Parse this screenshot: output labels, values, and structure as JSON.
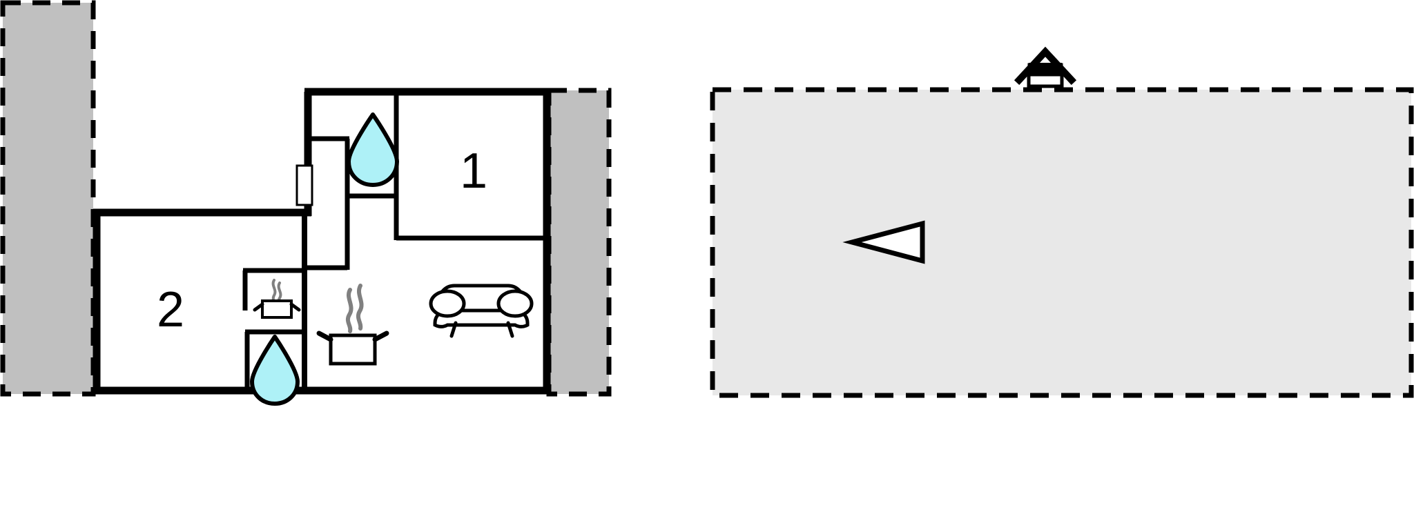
{
  "diagram": {
    "type": "floor-plan",
    "title": "Apartment floor plan with site plan",
    "colors": {
      "wall": "#000000",
      "partition": "#000000",
      "water_drop_fill": "#AEF1F7",
      "water_drop_stroke": "#000000",
      "neighbour_fill": "#C0C0C0",
      "site_fill": "#E8E8E8",
      "steam": "#808080",
      "background": "#FFFFFF"
    }
  },
  "floorplan": {
    "name": "floor-plan-panel",
    "rooms": [
      {
        "id": "room-1",
        "label": "1",
        "name": "room-label-1"
      },
      {
        "id": "room-2",
        "label": "2",
        "name": "room-label-2"
      }
    ],
    "fixtures": [
      {
        "id": "bathroom-upper",
        "icon": "water-drop-icon",
        "label": ""
      },
      {
        "id": "bathroom-lower",
        "icon": "water-drop-icon",
        "label": ""
      },
      {
        "id": "kitchenette-small",
        "icon": "cooking-pot-icon",
        "label": ""
      },
      {
        "id": "kitchen-large",
        "icon": "cooking-pot-icon",
        "label": ""
      },
      {
        "id": "living-sofa",
        "icon": "sofa-icon",
        "label": ""
      },
      {
        "id": "entry-door",
        "icon": "door-icon",
        "label": ""
      }
    ],
    "adjacent_units": [
      {
        "id": "neighbour-left",
        "name": "adjacent-unit-left",
        "label": ""
      },
      {
        "id": "neighbour-right",
        "name": "adjacent-unit-right",
        "label": ""
      }
    ]
  },
  "siteplan": {
    "name": "site-plan-panel",
    "plot": {
      "label": "",
      "name": "site-plot-outline"
    },
    "orientation_marker": {
      "icon": "triangle-pointer-icon",
      "label": "",
      "direction": "west"
    },
    "building_icon": {
      "icon": "house-icon",
      "label": ""
    }
  }
}
